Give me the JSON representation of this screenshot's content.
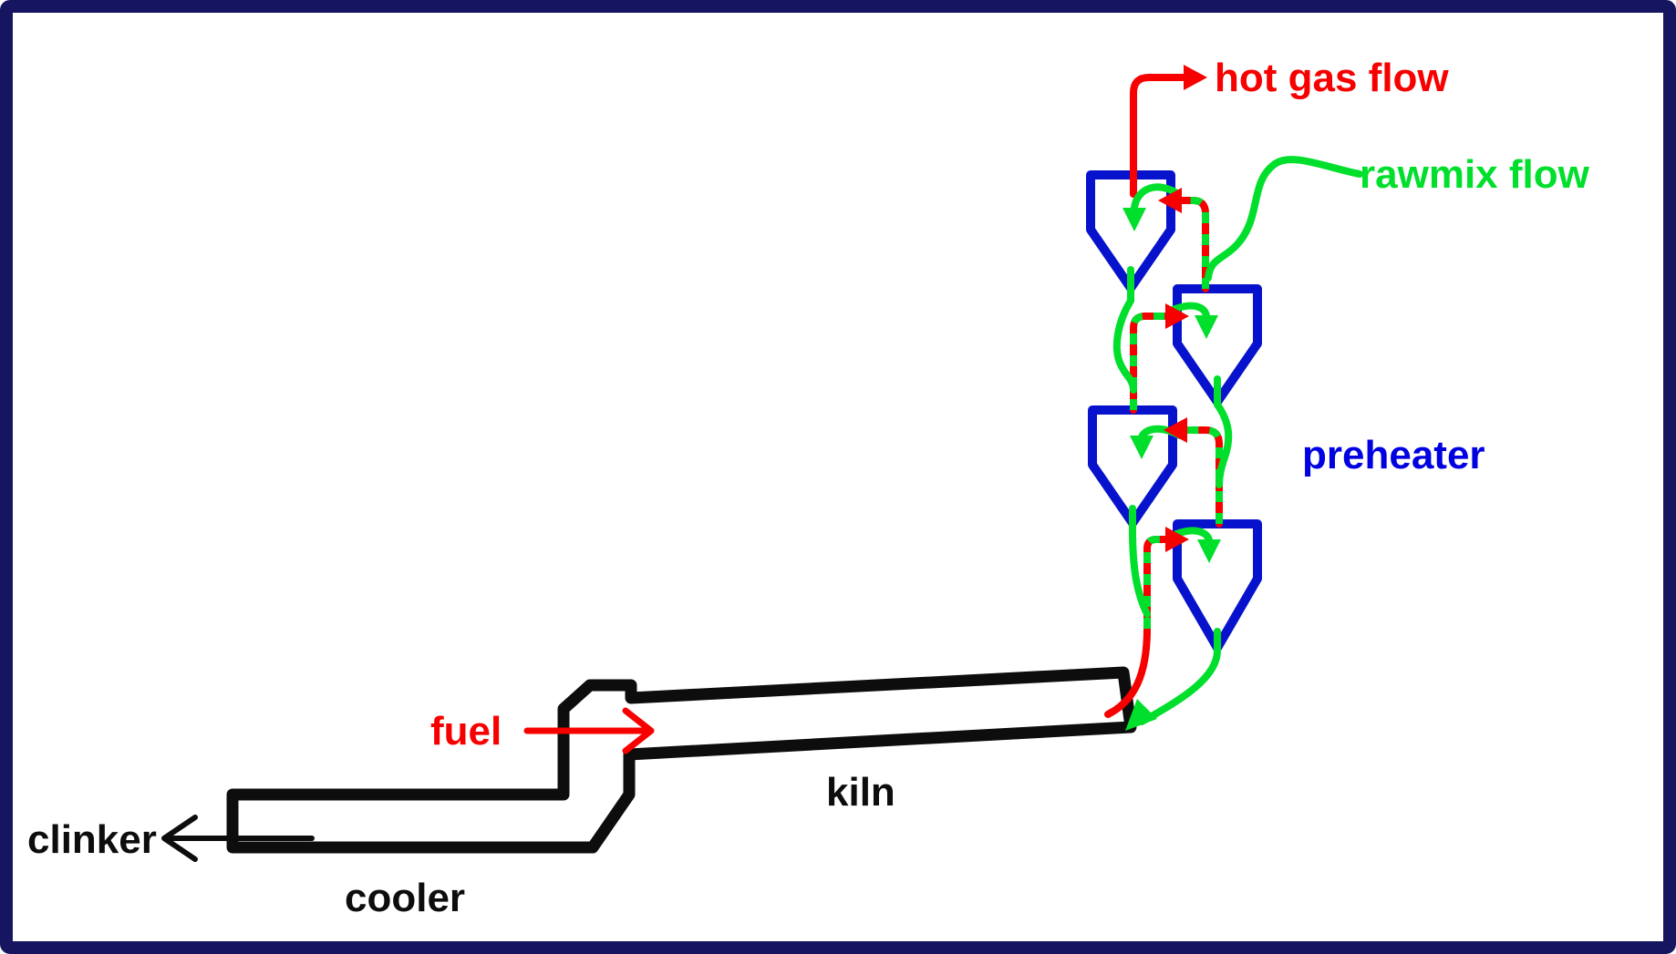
{
  "labels": {
    "hot_gas": "hot gas flow",
    "rawmix": "rawmix flow",
    "preheater": "preheater",
    "fuel": "fuel",
    "kiln": "kiln",
    "clinker": "clinker",
    "cooler": "cooler"
  },
  "colors": {
    "hot_gas": "#f70000",
    "rawmix": "#00df2b",
    "cyclone": "#0712cd",
    "preheater_text": "#0000e0",
    "equipment": "#0d0d0d",
    "border": "#161660",
    "background": "#ffffff"
  },
  "preheater": {
    "stages": 4
  }
}
